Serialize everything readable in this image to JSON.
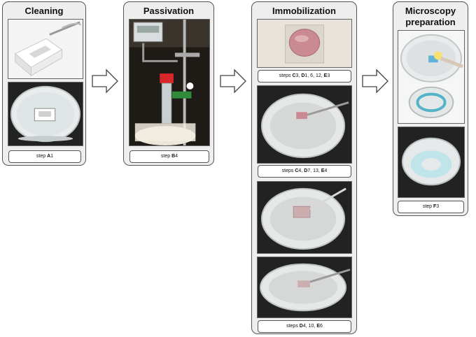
{
  "panels": {
    "cleaning": {
      "title": "Cleaning",
      "step": {
        "prefix": "step ",
        "bold": "A",
        "rest": "1"
      }
    },
    "passivation": {
      "title": "Passivation",
      "step": {
        "prefix": "step ",
        "bold": "B",
        "rest": "4"
      }
    },
    "immobilization": {
      "title": "Immobilization",
      "steps": [
        {
          "prefix": "steps ",
          "b1": "C",
          "t1": "3, ",
          "b2": "D",
          "t2": "1, 6, 12, ",
          "b3": "E",
          "t3": "3"
        },
        {
          "prefix": "steps ",
          "b1": "C",
          "t1": "4, ",
          "b2": "D",
          "t2": "7, 13, ",
          "b3": "E",
          "t3": "4"
        },
        {
          "prefix": "steps ",
          "b1": "D",
          "t1": "4, 10, ",
          "b2": "E",
          "t2": "6",
          "b3": "",
          "t3": ""
        }
      ]
    },
    "microscopy": {
      "title_line1": "Microscopy",
      "title_line2": "preparation",
      "step": {
        "prefix": "step ",
        "bold": "F",
        "rest": "3"
      }
    }
  },
  "colors": {
    "panel_bg": "#eeeeee",
    "border": "#555555",
    "arrow_fill": "#ffffff"
  }
}
